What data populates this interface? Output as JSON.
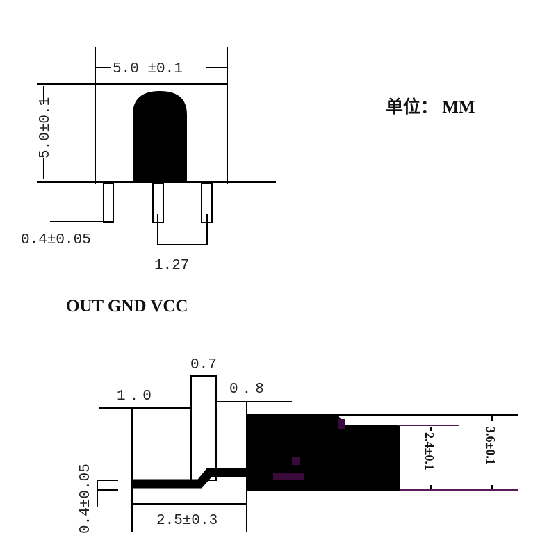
{
  "top_view": {
    "width_dim": "5.0 ±0.1",
    "height_dim": "5.0±0.1",
    "lead_width_dim": "0.4±0.05",
    "pitch_dim": "1.27",
    "pin_labels": "OUT GND VCC"
  },
  "unit_label": "单位： MM",
  "side_view": {
    "dim_1": "1.0",
    "dim_2": "0.7",
    "dim_3": "0.8",
    "lead_thickness_dim": "0.4±0.05",
    "lead_length_dim": "2.5±0.3",
    "inner_height_dim": "2.4±0.1",
    "total_height_dim": "3.6±0.1"
  },
  "colors": {
    "line": "#000000",
    "accent": "#5a1a5a"
  }
}
